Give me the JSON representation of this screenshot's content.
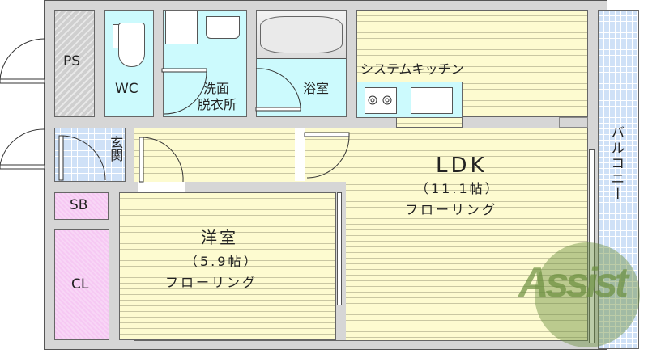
{
  "floorplan": {
    "rooms": {
      "ps": {
        "label": "PS"
      },
      "wc": {
        "label": "WC"
      },
      "washroom": {
        "label_line1": "洗面",
        "label_line2": "脱衣所"
      },
      "bathroom": {
        "label": "浴室"
      },
      "kitchen": {
        "label": "システムキッチン"
      },
      "entrance": {
        "label": "玄関"
      },
      "shoe_box": {
        "label": "SB"
      },
      "closet": {
        "label": "CL"
      },
      "western_room": {
        "name": "洋室",
        "size": "（5.9帖）",
        "flooring": "フローリング"
      },
      "ldk": {
        "name": "LDK",
        "size": "（11.1帖）",
        "flooring": "フローリング"
      },
      "balcony": {
        "label": "バルコニー"
      }
    },
    "watermark": {
      "text": "Assist",
      "color": "#6b8f3e"
    },
    "colors": {
      "wall": "#d6d6d6",
      "floor_wood": "#fdfbd0",
      "wet_area": "#ccfafd",
      "storage": "#f6c8f3",
      "tile": "#cfe1f7"
    }
  }
}
